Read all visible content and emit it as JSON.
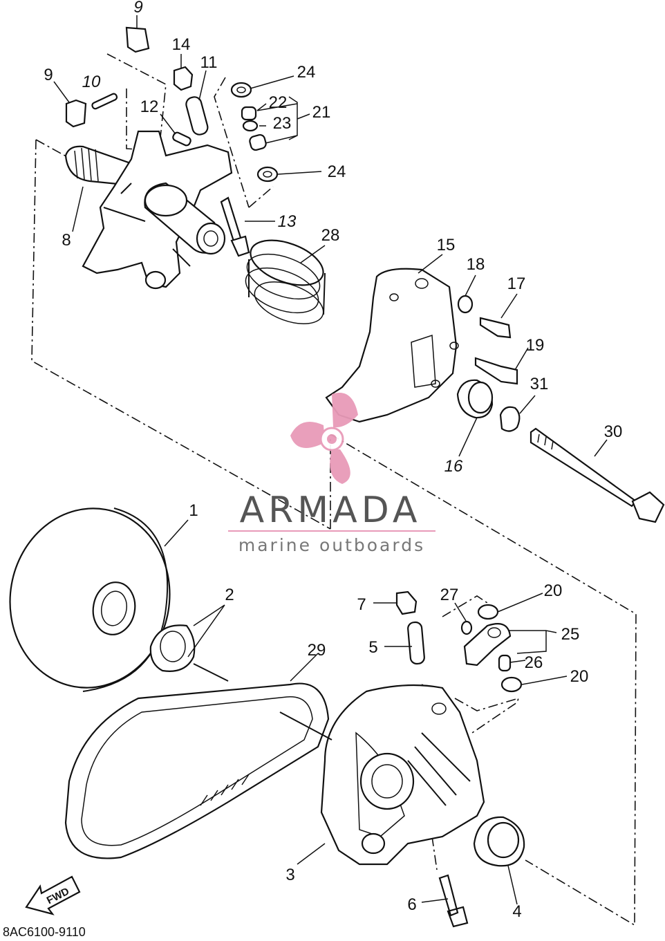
{
  "diagram_code": "8AC6100-9110",
  "fwd_label": "FWD",
  "watermark": {
    "brand": "ARMADA",
    "tagline": "marine outboards",
    "pink": "#e89ab8",
    "gray": "#555555"
  },
  "callouts": [
    {
      "id": "c9a",
      "text": "9"
    },
    {
      "id": "c14",
      "text": "14"
    },
    {
      "id": "c11",
      "text": "11"
    },
    {
      "id": "c24a",
      "text": "24"
    },
    {
      "id": "c9b",
      "text": "9"
    },
    {
      "id": "c10",
      "text": "10"
    },
    {
      "id": "c12",
      "text": "12"
    },
    {
      "id": "c22",
      "text": "22"
    },
    {
      "id": "c21",
      "text": "21"
    },
    {
      "id": "c23",
      "text": "23"
    },
    {
      "id": "c24b",
      "text": "24"
    },
    {
      "id": "c13",
      "text": "13"
    },
    {
      "id": "c8",
      "text": "8"
    },
    {
      "id": "c28",
      "text": "28"
    },
    {
      "id": "c15",
      "text": "15"
    },
    {
      "id": "c18",
      "text": "18"
    },
    {
      "id": "c17",
      "text": "17"
    },
    {
      "id": "c19",
      "text": "19"
    },
    {
      "id": "c31",
      "text": "31"
    },
    {
      "id": "c16",
      "text": "16"
    },
    {
      "id": "c30",
      "text": "30"
    },
    {
      "id": "c1",
      "text": "1"
    },
    {
      "id": "c2",
      "text": "2"
    },
    {
      "id": "c27",
      "text": "27"
    },
    {
      "id": "c20a",
      "text": "20"
    },
    {
      "id": "c7",
      "text": "7"
    },
    {
      "id": "c25",
      "text": "25"
    },
    {
      "id": "c5",
      "text": "5"
    },
    {
      "id": "c26",
      "text": "26"
    },
    {
      "id": "c29",
      "text": "29"
    },
    {
      "id": "c20b",
      "text": "20"
    },
    {
      "id": "c3",
      "text": "3"
    },
    {
      "id": "c6",
      "text": "6"
    },
    {
      "id": "c4",
      "text": "4"
    }
  ]
}
